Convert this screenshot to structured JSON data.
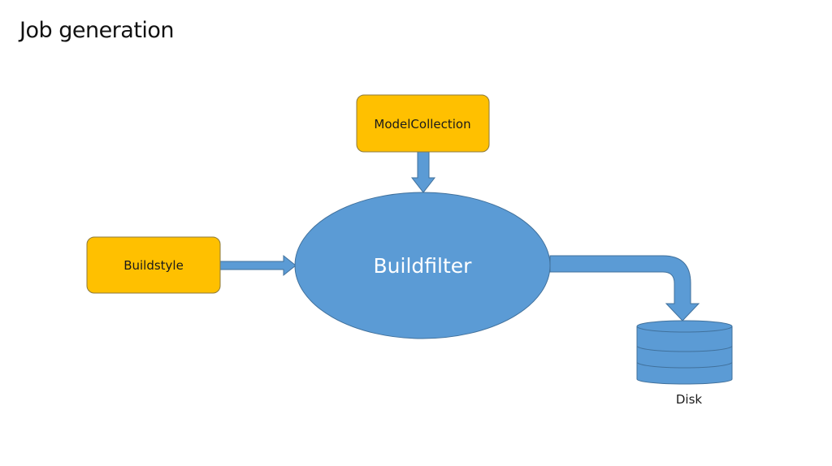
{
  "title": "Job generation",
  "nodes": {
    "model_collection": {
      "label": "ModelCollection",
      "shape": "rounded-rectangle"
    },
    "buildstyle": {
      "label": "Buildstyle",
      "shape": "rounded-rectangle"
    },
    "buildfilter": {
      "label": "Buildfilter",
      "shape": "ellipse"
    },
    "disk": {
      "label": "Disk",
      "shape": "cylinder"
    }
  },
  "edges": [
    {
      "from": "model_collection",
      "to": "buildfilter"
    },
    {
      "from": "buildstyle",
      "to": "buildfilter"
    },
    {
      "from": "buildfilter",
      "to": "disk"
    }
  ],
  "colors": {
    "box_fill": "#FFC000",
    "box_stroke": "#8C7A3E",
    "shape_fill": "#5B9BD5",
    "shape_stroke": "#41719C",
    "ellipse_text": "#FFFFFF"
  }
}
